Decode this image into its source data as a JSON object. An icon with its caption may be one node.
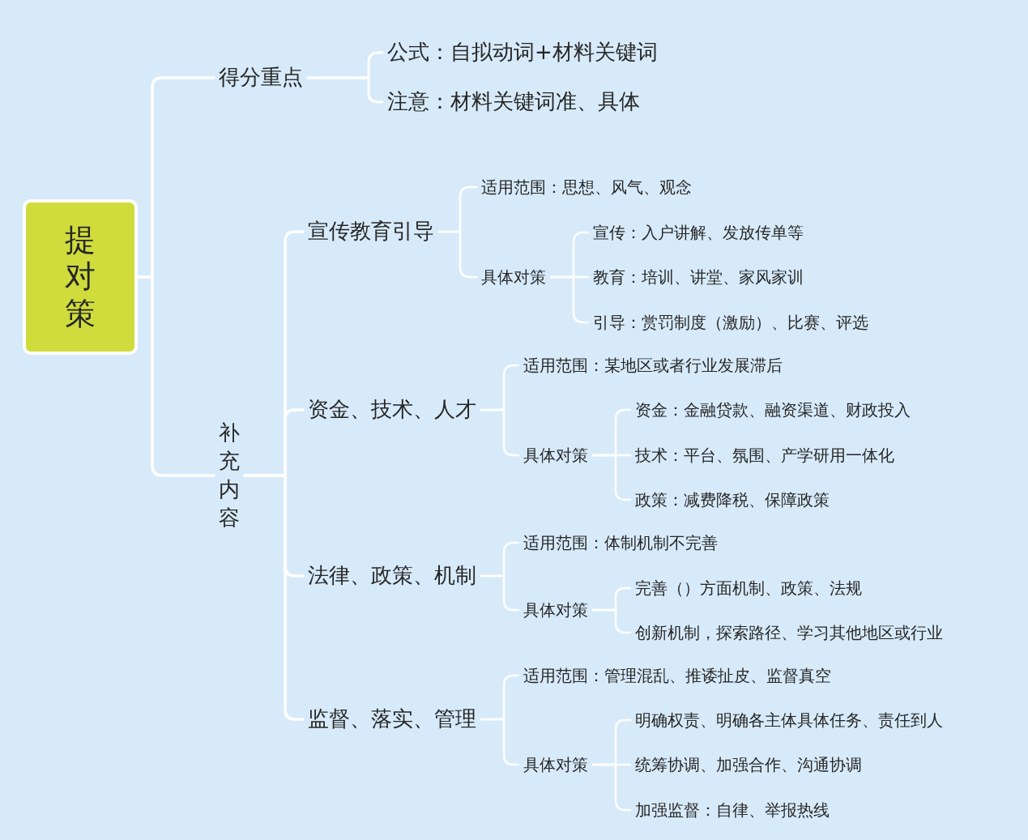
{
  "diagram": {
    "nodes": [
      {
        "text": [
          "提对策"
        ]
      },
      {
        "text": [
          "得分重点"
        ]
      },
      {
        "text": [
          "公式：自拟动词+材料关键词"
        ]
      },
      {
        "text": [
          "注意：材料关键词准、具体"
        ]
      },
      {
        "text": [
          "补充内容"
        ]
      },
      {
        "text": [
          "宣传教育引导"
        ]
      },
      {
        "text": [
          "适用范围：思想、风气、观念"
        ]
      },
      {
        "text": [
          "具体对策"
        ]
      },
      {
        "text": [
          "宣传：入户讲解、发放传单等"
        ]
      },
      {
        "text": [
          "教育：培训、讲堂、家风家训"
        ]
      },
      {
        "text": [
          "引导：赏罚制度（激励）、比赛、评选"
        ]
      },
      {
        "text": [
          "资金、技术、人才"
        ]
      },
      {
        "text": [
          "适用范围：某地区或者行业发展滞后"
        ]
      },
      {
        "text": [
          "具体对策"
        ]
      },
      {
        "text": [
          "资金：金融贷款、融资渠道、财政投入"
        ]
      },
      {
        "text": [
          "技术：平台、氛围、产学研用一体化"
        ]
      },
      {
        "text": [
          "政策：减费降税、保障政策"
        ]
      },
      {
        "text": [
          "法律、政策、机制"
        ]
      },
      {
        "text": [
          "适用范围：体制机制不完善"
        ]
      },
      {
        "text": [
          "具体对策"
        ]
      },
      {
        "text": [
          "完善（）方面机制、政策、法规"
        ]
      },
      {
        "text": [
          "创新机制，探索路径、学习其他地区或行业"
        ]
      },
      {
        "text": [
          "监督、落实、管理"
        ]
      },
      {
        "text": [
          "适用范围：管理混乱、推诿扯皮、监督真空"
        ]
      },
      {
        "text": [
          "具体对策"
        ]
      },
      {
        "text": [
          "明确权责、明确各主体具体任务、责任到人"
        ]
      },
      {
        "text": [
          "统筹协调、加强合作、沟通协调"
        ]
      },
      {
        "text": [
          "加强监督：自律、举报热线"
        ]
      }
    ],
    "edges": [
      {
        "from": 0,
        "to": 1,
        "arrow": "none"
      },
      {
        "from": 0,
        "to": 4,
        "arrow": "none"
      },
      {
        "from": 1,
        "to": 2,
        "arrow": "none"
      },
      {
        "from": 1,
        "to": 3,
        "arrow": "none"
      },
      {
        "from": 4,
        "to": 5,
        "arrow": "none"
      },
      {
        "from": 4,
        "to": 11,
        "arrow": "none"
      },
      {
        "from": 4,
        "to": 17,
        "arrow": "none"
      },
      {
        "from": 4,
        "to": 22,
        "arrow": "none"
      },
      {
        "from": 5,
        "to": 6,
        "arrow": "none"
      },
      {
        "from": 5,
        "to": 7,
        "arrow": "none"
      },
      {
        "from": 7,
        "to": 8,
        "arrow": "none"
      },
      {
        "from": 7,
        "to": 9,
        "arrow": "none"
      },
      {
        "from": 7,
        "to": 10,
        "arrow": "none"
      },
      {
        "from": 11,
        "to": 12,
        "arrow": "none"
      },
      {
        "from": 11,
        "to": 13,
        "arrow": "none"
      },
      {
        "from": 13,
        "to": 14,
        "arrow": "none"
      },
      {
        "from": 13,
        "to": 15,
        "arrow": "none"
      },
      {
        "from": 13,
        "to": 16,
        "arrow": "none"
      },
      {
        "from": 17,
        "to": 18,
        "arrow": "none"
      },
      {
        "from": 17,
        "to": 19,
        "arrow": "none"
      },
      {
        "from": 19,
        "to": 20,
        "arrow": "none"
      },
      {
        "from": 19,
        "to": 21,
        "arrow": "none"
      },
      {
        "from": 22,
        "to": 23,
        "arrow": "none"
      },
      {
        "from": 22,
        "to": 24,
        "arrow": "none"
      },
      {
        "from": 24,
        "to": 25,
        "arrow": "none"
      },
      {
        "from": 24,
        "to": 26,
        "arrow": "none"
      },
      {
        "from": 24,
        "to": 27,
        "arrow": "none"
      }
    ]
  }
}
